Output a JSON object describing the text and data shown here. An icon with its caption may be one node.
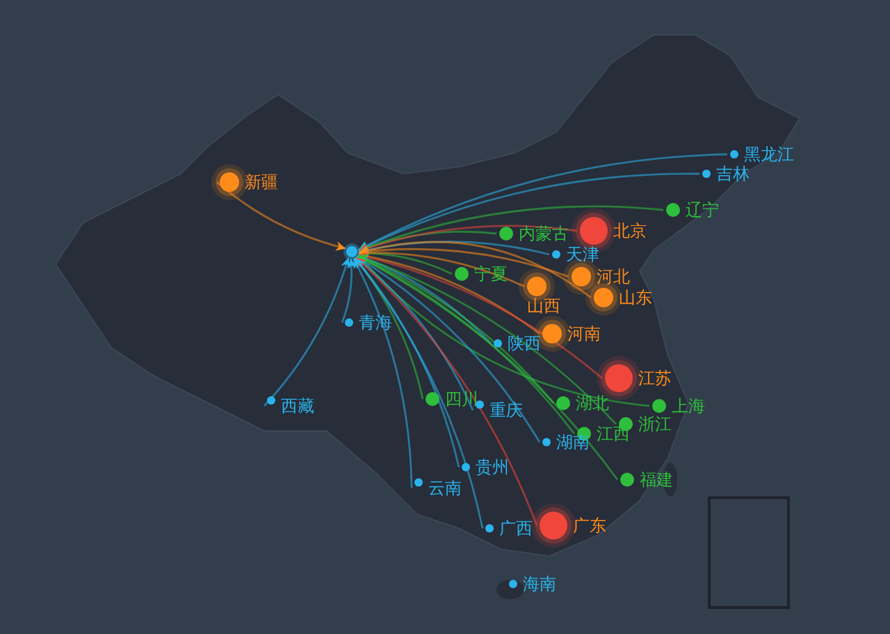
{
  "diagram": {
    "nodes": [
      {
        "text": [],
        "shape": "circle"
      },
      {
        "text": [
          "黑龙江"
        ]
      },
      {
        "text": [
          "吉林"
        ]
      },
      {
        "text": [
          "新疆"
        ]
      },
      {
        "text": [
          "辽宁"
        ]
      },
      {
        "text": [
          "内蒙古"
        ]
      },
      {
        "text": [
          "北京"
        ]
      },
      {
        "text": [
          "天津"
        ]
      },
      {
        "text": [
          "宁夏"
        ]
      },
      {
        "text": [
          "山西"
        ]
      },
      {
        "text": [
          "河北"
        ]
      },
      {
        "text": [
          "山东"
        ]
      },
      {
        "text": [
          "青海"
        ]
      },
      {
        "text": [
          "河南"
        ]
      },
      {
        "text": [
          "陕西"
        ]
      },
      {
        "text": [
          "江苏"
        ]
      },
      {
        "text": [
          "上海"
        ]
      },
      {
        "text": [
          "四川"
        ]
      },
      {
        "text": [
          "湖北"
        ]
      },
      {
        "text": [
          "西藏"
        ]
      },
      {
        "text": [
          "重庆"
        ]
      },
      {
        "text": [
          "浙江"
        ]
      },
      {
        "text": [
          "江西"
        ]
      },
      {
        "text": [
          "湖南"
        ]
      },
      {
        "text": [
          "贵州"
        ]
      },
      {
        "text": [
          "福建"
        ]
      },
      {
        "text": [
          "云南"
        ]
      },
      {
        "text": [
          "广东"
        ]
      },
      {
        "text": [
          "广西"
        ]
      },
      {
        "text": [
          "海南"
        ]
      }
    ],
    "edges": [
      {
        "from": 1,
        "to": 0,
        "arrow": "to"
      },
      {
        "from": 2,
        "to": 0,
        "arrow": "to"
      },
      {
        "from": 3,
        "to": 0,
        "arrow": "to",
        "color": "#ff8c1a"
      },
      {
        "from": 4,
        "to": 0,
        "arrow": "to",
        "color": "#2fbf3c"
      },
      {
        "from": 5,
        "to": 0,
        "arrow": "to",
        "color": "#2fbf3c"
      },
      {
        "from": 6,
        "to": 0,
        "arrow": "to",
        "color": "#f0463c"
      },
      {
        "from": 7,
        "to": 0,
        "arrow": "to"
      },
      {
        "from": 8,
        "to": 0,
        "arrow": "to",
        "color": "#2fbf3c"
      },
      {
        "from": 9,
        "to": 0,
        "arrow": "to",
        "color": "#ff8c1a"
      },
      {
        "from": 10,
        "to": 0,
        "arrow": "to",
        "color": "#ff8c1a"
      },
      {
        "from": 11,
        "to": 0,
        "arrow": "to",
        "color": "#ff8c1a"
      },
      {
        "from": 12,
        "to": 0,
        "arrow": "to"
      },
      {
        "from": 13,
        "to": 0,
        "arrow": "to",
        "color": "#ff8c1a"
      },
      {
        "from": 14,
        "to": 0,
        "arrow": "to"
      },
      {
        "from": 15,
        "to": 0,
        "arrow": "to",
        "color": "#f0463c"
      },
      {
        "from": 16,
        "to": 0,
        "arrow": "to",
        "color": "#2fbf3c"
      },
      {
        "from": 17,
        "to": 0,
        "arrow": "to",
        "color": "#2fbf3c"
      },
      {
        "from": 18,
        "to": 0,
        "arrow": "to",
        "color": "#2fbf3c"
      },
      {
        "from": 19,
        "to": 0,
        "arrow": "to"
      },
      {
        "from": 20,
        "to": 0,
        "arrow": "to"
      },
      {
        "from": 21,
        "to": 0,
        "arrow": "to",
        "color": "#2fbf3c"
      },
      {
        "from": 22,
        "to": 0,
        "arrow": "to",
        "color": "#2fbf3c"
      },
      {
        "from": 23,
        "to": 0,
        "arrow": "to"
      },
      {
        "from": 24,
        "to": 0,
        "arrow": "to"
      },
      {
        "from": 25,
        "to": 0,
        "arrow": "to",
        "color": "#2fbf3c"
      },
      {
        "from": 26,
        "to": 0,
        "arrow": "to"
      },
      {
        "from": 27,
        "to": 0,
        "arrow": "to",
        "color": "#f0463c"
      },
      {
        "from": 28,
        "to": 0,
        "arrow": "to"
      }
    ]
  }
}
